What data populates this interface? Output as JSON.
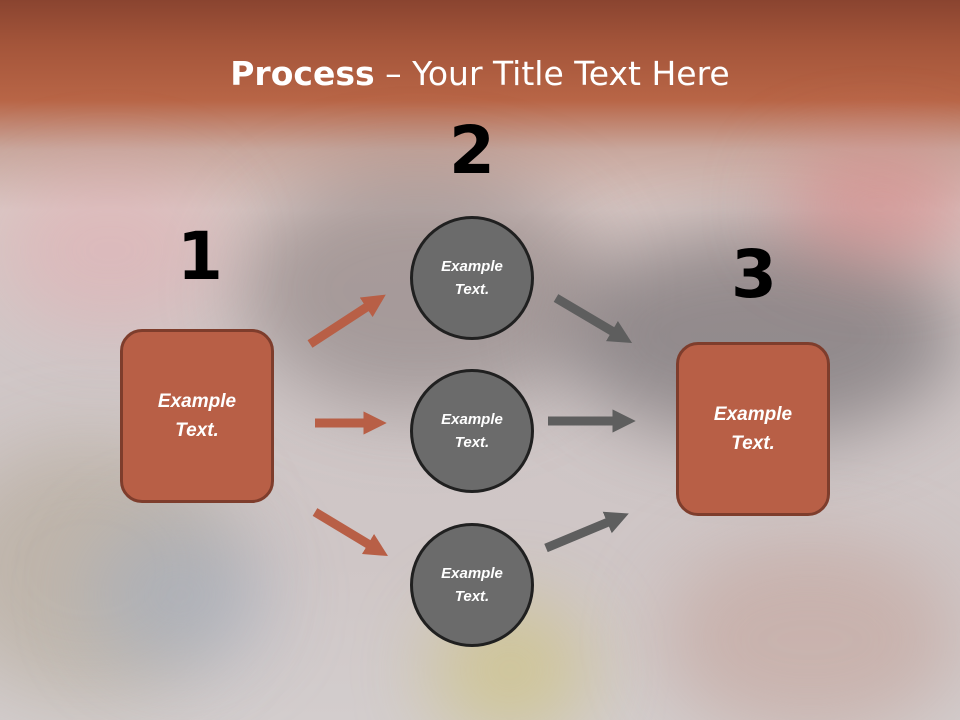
{
  "title": {
    "bold": "Process",
    "rest": " – Your Title Text Here"
  },
  "colors": {
    "box_fill": "#b85f46",
    "box_border": "#7e3d2c",
    "circle_fill": "#6b6b6b",
    "circle_border": "#202020",
    "arrow_orange": "#b85f46",
    "arrow_gray": "#5e5e5e"
  },
  "steps": [
    {
      "number": "1",
      "text": "Example Text."
    },
    {
      "number": "2",
      "text": "Example Text."
    },
    {
      "number": "3",
      "text": "Example Text."
    }
  ],
  "circles": [
    {
      "text": "Example Text."
    },
    {
      "text": "Example Text."
    },
    {
      "text": "Example Text."
    }
  ]
}
